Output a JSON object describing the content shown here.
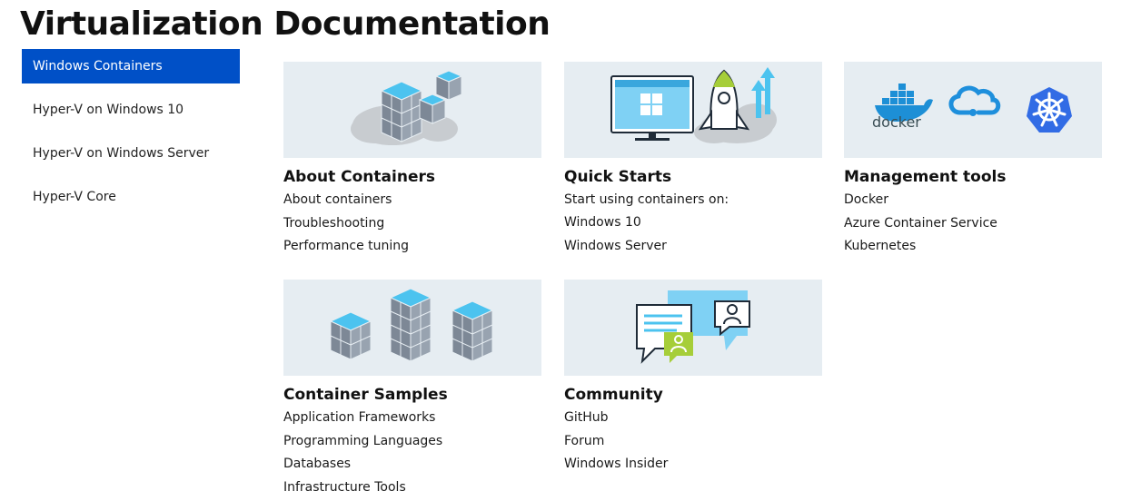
{
  "page": {
    "title": "Virtualization Documentation"
  },
  "sidebar": {
    "items": [
      {
        "label": "Windows Containers",
        "active": true
      },
      {
        "label": "Hyper-V on Windows 10",
        "active": false
      },
      {
        "label": "Hyper-V on Windows Server",
        "active": false
      },
      {
        "label": "Hyper-V Core",
        "active": false
      }
    ]
  },
  "cards": {
    "about": {
      "title": "About Containers",
      "links": [
        "About containers",
        "Troubleshooting",
        "Performance tuning"
      ]
    },
    "quick": {
      "title": "Quick Starts",
      "note": "Start using containers on:",
      "links": [
        "Windows 10",
        "Windows Server"
      ]
    },
    "mgmt": {
      "title": "Management tools",
      "links": [
        "Docker",
        "Azure Container Service",
        "Kubernetes"
      ],
      "docker_logo_text": "docker"
    },
    "samples": {
      "title": "Container Samples",
      "links": [
        "Application Frameworks",
        "Programming Languages",
        "Databases",
        "Infrastructure Tools"
      ]
    },
    "community": {
      "title": "Community",
      "links": [
        "GitHub",
        "Forum",
        "Windows Insider"
      ]
    }
  },
  "colors": {
    "accent": "#0050c7",
    "thumb_bg": "#e6edf2",
    "cube_top": "#4cc3ef",
    "cube_side": "#7d8896",
    "kubernetes": "#326ce5",
    "azure": "#1e8fdc",
    "docker": "#1d8fd6"
  }
}
